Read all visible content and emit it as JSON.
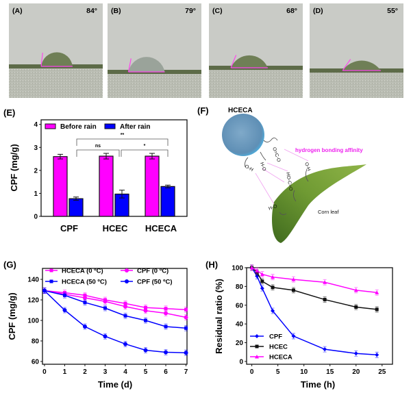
{
  "photos": [
    {
      "label": "(A)",
      "angle": "84°",
      "angle_value": 84
    },
    {
      "label": "(B)",
      "angle": "79°",
      "angle_value": 79
    },
    {
      "label": "(C)",
      "angle": "68°",
      "angle_value": 68
    },
    {
      "label": "(D)",
      "angle": "55°",
      "angle_value": 55
    }
  ],
  "schematic": {
    "label": "(F)",
    "particle": "HCECA",
    "affinity": "hydrogen bonding affinity",
    "leaf": "Corn leaf",
    "groups": [
      "O=C-O",
      "O-H",
      "H-O",
      "HO-C=O",
      "O-H",
      "H-O"
    ]
  },
  "colors": {
    "magenta": "#ff00ff",
    "blue": "#0000ff",
    "black": "#111111",
    "lightmag": "#f0a0f0"
  },
  "chart_data": [
    {
      "panel": "(E)",
      "type": "bar",
      "categories": [
        "CPF",
        "HCEC",
        "HCECA"
      ],
      "series": [
        {
          "name": "Before rain",
          "values": [
            2.6,
            2.62,
            2.62
          ],
          "errors": [
            0.1,
            0.12,
            0.12
          ],
          "color": "#ff00ff"
        },
        {
          "name": "After rain",
          "values": [
            0.77,
            0.97,
            1.3
          ],
          "errors": [
            0.07,
            0.17,
            0.06
          ],
          "color": "#0000ff"
        }
      ],
      "ylabel": "CPF (mg/g)",
      "ylim": [
        0,
        4.2
      ],
      "yticks": [
        "0",
        "1",
        "2",
        "3",
        "4"
      ],
      "significance": [
        {
          "between": [
            "CPF",
            "HCEC"
          ],
          "label": "ns"
        },
        {
          "between": [
            "HCEC",
            "HCECA"
          ],
          "label": "*"
        },
        {
          "between": [
            "CPF",
            "HCECA"
          ],
          "label": "**"
        }
      ],
      "legend": "top"
    },
    {
      "panel": "(G)",
      "type": "line",
      "xlabel": "Time (d)",
      "ylabel": "CPF (mg/g)",
      "x": [
        0,
        1,
        2,
        3,
        4,
        5,
        6,
        7
      ],
      "xlim": [
        -0.1,
        7.05
      ],
      "ylim": [
        57.3,
        150.7
      ],
      "xticks": [
        "0",
        "1",
        "2",
        "3",
        "4",
        "5",
        "6",
        "7"
      ],
      "yticks": [
        "60",
        "80",
        "100",
        "120",
        "140"
      ],
      "series": [
        {
          "name": "HCECA (0 ºC)",
          "marker": "square",
          "color": "#ff00ff",
          "values": [
            129,
            127,
            124.5,
            120,
            116.5,
            112.5,
            111.5,
            110.5
          ]
        },
        {
          "name": "CPF (0 ºC)",
          "marker": "circle",
          "color": "#ff00ff",
          "values": [
            129,
            125.5,
            122,
            118.5,
            113.5,
            109.5,
            107,
            103
          ]
        },
        {
          "name": "HCECA (50 ºC)",
          "marker": "square",
          "color": "#0000ff",
          "values": [
            129,
            124.5,
            117.5,
            112,
            104.5,
            100,
            94,
            92.5
          ]
        },
        {
          "name": "CPF (50 ºC)",
          "marker": "circle",
          "color": "#0000ff",
          "values": [
            129,
            110,
            94,
            84.5,
            77,
            71,
            69,
            68.5
          ]
        }
      ],
      "legend": "top"
    },
    {
      "panel": "(H)",
      "type": "line",
      "xlabel": "Time  (h)",
      "ylabel": "Residual ratio  (%)",
      "x": [
        0,
        1,
        2,
        4,
        8,
        14,
        20,
        24
      ],
      "xlim": [
        -1,
        27
      ],
      "ylim": [
        -3,
        100
      ],
      "xticks": [
        "0",
        "5",
        "10",
        "15",
        "20",
        "25"
      ],
      "yticks": [
        "0",
        "20",
        "40",
        "60",
        "80",
        "100"
      ],
      "series": [
        {
          "name": "CPF",
          "marker": "diamond",
          "color": "#0000ff",
          "values": [
            100,
            91,
            78,
            54,
            27,
            13,
            8.5,
            7
          ]
        },
        {
          "name": "HCEC",
          "marker": "square",
          "color": "#111111",
          "values": [
            100,
            95,
            85.5,
            79,
            76,
            66,
            58,
            55.5
          ]
        },
        {
          "name": "HCECA",
          "marker": "triangle",
          "color": "#ff00ff",
          "values": [
            100,
            97,
            93,
            90,
            87.5,
            84.5,
            76,
            73.5
          ]
        }
      ],
      "legend": "bottom-left"
    }
  ]
}
